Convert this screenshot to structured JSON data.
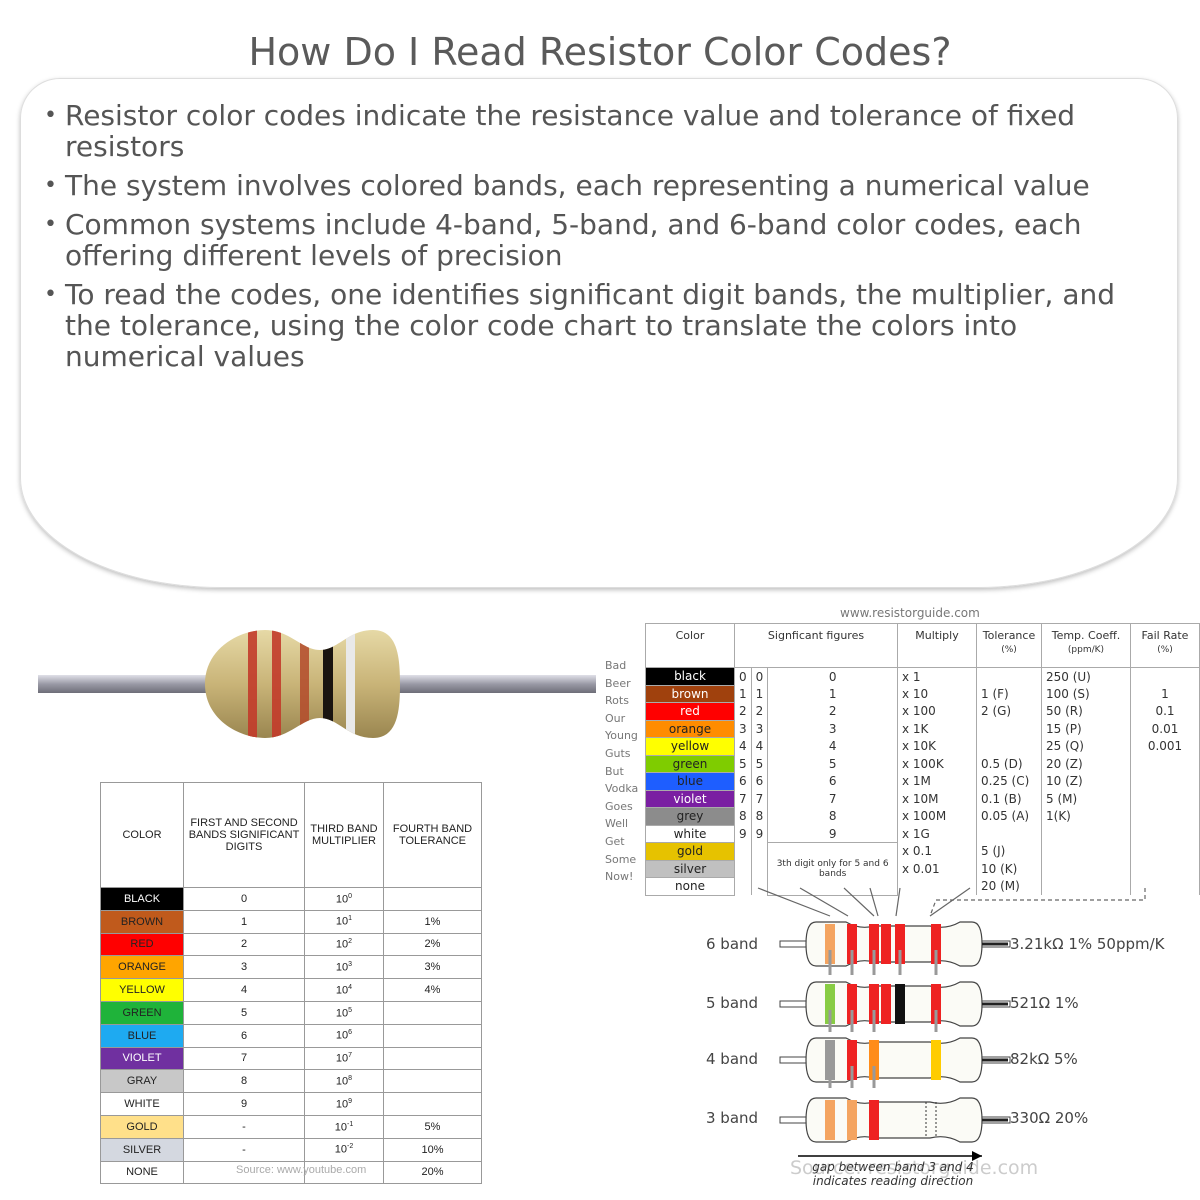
{
  "title": "How Do I Read Resistor Color Codes?",
  "bullets": [
    "Resistor color codes indicate the resistance value and tolerance of fixed resistors",
    "The system involves colored bands, each representing a numerical value",
    "Common systems include 4-band, 5-band, and 6-band color codes, each offering different levels of precision",
    "To read the codes, one identifies significant digit bands, the multiplier, and the tolerance, using the color code chart to translate the colors into numerical values"
  ],
  "left_chart": {
    "headers": [
      "COLOR",
      "FIRST AND SECOND BANDS SIGNIFICANT DIGITS",
      "THIRD BAND MULTIPLIER",
      "FOURTH BAND TOLERANCE"
    ],
    "rows": [
      {
        "color": "BLACK",
        "swatch": "#000000",
        "text": "#ffffff",
        "digit": "0",
        "mult_base": "10",
        "mult_exp": "0",
        "tol": ""
      },
      {
        "color": "BROWN",
        "swatch": "#c05a1c",
        "text": "#222",
        "digit": "1",
        "mult_base": "10",
        "mult_exp": "1",
        "tol": "1%"
      },
      {
        "color": "RED",
        "swatch": "#ff0000",
        "text": "#222",
        "digit": "2",
        "mult_base": "10",
        "mult_exp": "2",
        "tol": "2%"
      },
      {
        "color": "ORANGE",
        "swatch": "#ffa500",
        "text": "#222",
        "digit": "3",
        "mult_base": "10",
        "mult_exp": "3",
        "tol": "3%"
      },
      {
        "color": "YELLOW",
        "swatch": "#ffff00",
        "text": "#222",
        "digit": "4",
        "mult_base": "10",
        "mult_exp": "4",
        "tol": "4%"
      },
      {
        "color": "GREEN",
        "swatch": "#1fb33a",
        "text": "#222",
        "digit": "5",
        "mult_base": "10",
        "mult_exp": "5",
        "tol": ""
      },
      {
        "color": "BLUE",
        "swatch": "#1eaaf1",
        "text": "#222",
        "digit": "6",
        "mult_base": "10",
        "mult_exp": "6",
        "tol": ""
      },
      {
        "color": "VIOLET",
        "swatch": "#7030a0",
        "text": "#ffffff",
        "digit": "7",
        "mult_base": "10",
        "mult_exp": "7",
        "tol": ""
      },
      {
        "color": "GRAY",
        "swatch": "#c8c8c8",
        "text": "#222",
        "digit": "8",
        "mult_base": "10",
        "mult_exp": "8",
        "tol": ""
      },
      {
        "color": "WHITE",
        "swatch": "#ffffff",
        "text": "#222",
        "digit": "9",
        "mult_base": "10",
        "mult_exp": "9",
        "tol": ""
      },
      {
        "color": "GOLD",
        "swatch": "#ffe08a",
        "text": "#222",
        "digit": "-",
        "mult_base": "10",
        "mult_exp": "-1",
        "tol": "5%"
      },
      {
        "color": "SILVER",
        "swatch": "#d4d8e0",
        "text": "#222",
        "digit": "-",
        "mult_base": "10",
        "mult_exp": "-2",
        "tol": "10%"
      },
      {
        "color": "NONE",
        "swatch": "#ffffff",
        "text": "#222",
        "digit": "",
        "mult_base": "",
        "mult_exp": "",
        "tol": "20%"
      }
    ],
    "source": "Source: www.youtube.com"
  },
  "right_chart": {
    "url": "www.resistorguide.com",
    "headers": {
      "color": "Color",
      "sig": "Signficant figures",
      "mult": "Multiply",
      "tol": "Tolerance",
      "tol_unit": "(%)",
      "temp": "Temp. Coeff.",
      "temp_unit": "(ppm/K)",
      "fail": "Fail Rate",
      "fail_unit": "(%)"
    },
    "rows": [
      {
        "mn": "Bad",
        "color": "black",
        "bg": "#000000",
        "fg": "#ffffff",
        "d1": "0",
        "d2": "0",
        "d3": "0",
        "mult": "x 1",
        "tol": "",
        "temp": "250 (U)",
        "fail": ""
      },
      {
        "mn": "Beer",
        "color": "brown",
        "bg": "#a0410d",
        "fg": "#ffffff",
        "d1": "1",
        "d2": "1",
        "d3": "1",
        "mult": "x 10",
        "tol": "1 (F)",
        "temp": "100 (S)",
        "fail": "1"
      },
      {
        "mn": "Rots",
        "color": "red",
        "bg": "#ff0000",
        "fg": "#ffffff",
        "d1": "2",
        "d2": "2",
        "d3": "2",
        "mult": "x 100",
        "tol": "2 (G)",
        "temp": "50 (R)",
        "fail": "0.1"
      },
      {
        "mn": "Our",
        "color": "orange",
        "bg": "#ff8c00",
        "fg": "#222",
        "d1": "3",
        "d2": "3",
        "d3": "3",
        "mult": "x 1K",
        "tol": "",
        "temp": "15 (P)",
        "fail": "0.01"
      },
      {
        "mn": "Young",
        "color": "yellow",
        "bg": "#ffff00",
        "fg": "#222",
        "d1": "4",
        "d2": "4",
        "d3": "4",
        "mult": "x 10K",
        "tol": "",
        "temp": "25 (Q)",
        "fail": "0.001"
      },
      {
        "mn": "Guts",
        "color": "green",
        "bg": "#7fcc00",
        "fg": "#222",
        "d1": "5",
        "d2": "5",
        "d3": "5",
        "mult": "x 100K",
        "tol": "0.5 (D)",
        "temp": "20 (Z)",
        "fail": ""
      },
      {
        "mn": "But",
        "color": "blue",
        "bg": "#1e5eff",
        "fg": "#222",
        "d1": "6",
        "d2": "6",
        "d3": "6",
        "mult": "x 1M",
        "tol": "0.25 (C)",
        "temp": "10 (Z)",
        "fail": ""
      },
      {
        "mn": "Vodka",
        "color": "violet",
        "bg": "#7a1fa2",
        "fg": "#ffffff",
        "d1": "7",
        "d2": "7",
        "d3": "7",
        "mult": "x 10M",
        "tol": "0.1 (B)",
        "temp": "5 (M)",
        "fail": ""
      },
      {
        "mn": "Goes",
        "color": "grey",
        "bg": "#8c8c8c",
        "fg": "#222",
        "d1": "8",
        "d2": "8",
        "d3": "8",
        "mult": "x 100M",
        "tol": "0.05 (A)",
        "temp": "1(K)",
        "fail": ""
      },
      {
        "mn": "Well",
        "color": "white",
        "bg": "#ffffff",
        "fg": "#222",
        "d1": "9",
        "d2": "9",
        "d3": "9",
        "mult": "x 1G",
        "tol": "",
        "temp": "",
        "fail": ""
      },
      {
        "mn": "Get",
        "color": "gold",
        "bg": "#e6c200",
        "fg": "#222",
        "d1": "",
        "d2": "",
        "d3": "",
        "mult": "x 0.1",
        "tol": "5 (J)",
        "temp": "",
        "fail": ""
      },
      {
        "mn": "Some",
        "color": "silver",
        "bg": "#c0c0c0",
        "fg": "#222",
        "d1": "",
        "d2": "",
        "d3": "",
        "mult": "x 0.01",
        "tol": "10 (K)",
        "temp": "",
        "fail": ""
      },
      {
        "mn": "Now!",
        "color": "none",
        "bg": "#ffffff",
        "fg": "#222",
        "d1": "",
        "d2": "",
        "d3": "",
        "mult": "",
        "tol": "20 (M)",
        "temp": "",
        "fail": ""
      }
    ],
    "third_digit_note": "3th digit only for 5 and 6 bands"
  },
  "band_examples": [
    {
      "label": "6 band",
      "value": "3.21kΩ 1% 50ppm/K"
    },
    {
      "label": "5 band",
      "value": "521Ω 1%"
    },
    {
      "label": "4 band",
      "value": "82kΩ 5%"
    },
    {
      "label": "3 band",
      "value": "330Ω 20%"
    }
  ],
  "gap_note": "gap between band 3 and 4 indicates reading direction",
  "source2": "Source: resistorguide.com"
}
